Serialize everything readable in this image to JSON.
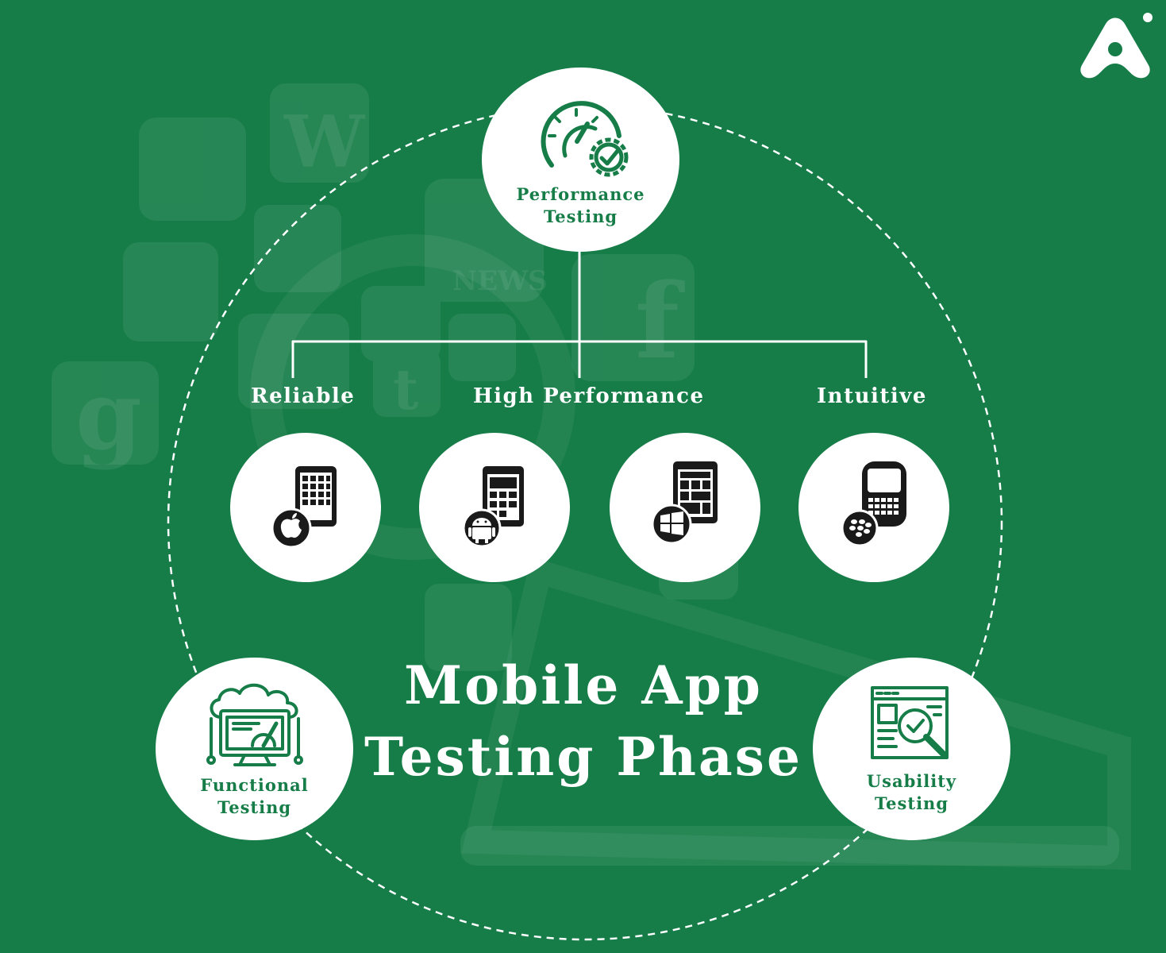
{
  "diagram": {
    "title_line1": "Mobile App",
    "title_line2": "Testing Phase",
    "nodes": {
      "performance": "Performance\nTesting",
      "functional": "Functional\nTesting",
      "usability": "Usability\nTesting"
    },
    "branches": [
      "Reliable",
      "High Performance",
      "Intuitive"
    ],
    "platforms": [
      "apple-icon",
      "android-icon",
      "windows-icon",
      "blackberry-icon"
    ]
  },
  "colors": {
    "background": "#167d48",
    "node_fill": "#ffffff",
    "node_text": "#167d48",
    "connector": "#ffffff"
  },
  "logo": {
    "icon": "brand-logo-icon"
  }
}
